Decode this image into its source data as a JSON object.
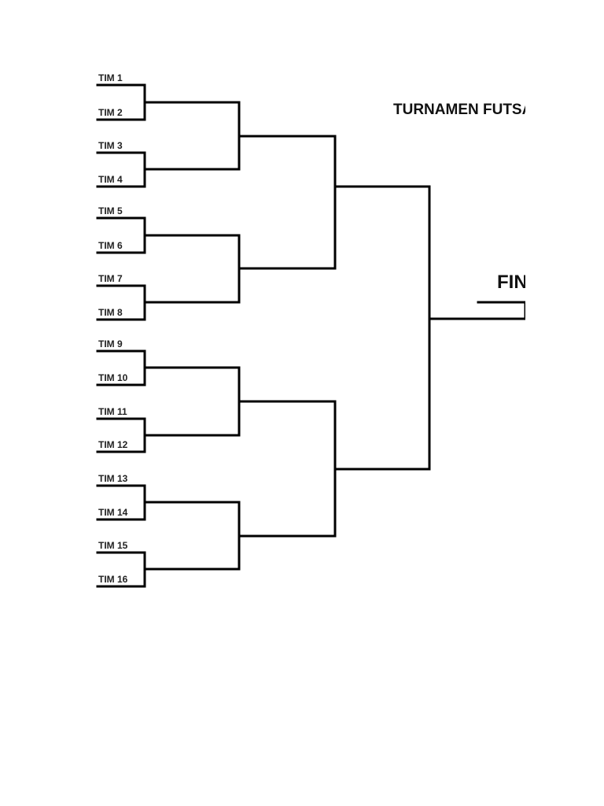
{
  "title": "TURNAMEN FUTSAL",
  "final_label": "FINAL",
  "teams": [
    "TIM 1",
    "TIM 2",
    "TIM 3",
    "TIM 4",
    "TIM 5",
    "TIM 6",
    "TIM 7",
    "TIM 8",
    "TIM 9",
    "TIM 10",
    "TIM 11",
    "TIM 12",
    "TIM 13",
    "TIM 14",
    "TIM 15",
    "TIM 16"
  ],
  "colors": {
    "line": "#000000",
    "text": "#222222"
  }
}
